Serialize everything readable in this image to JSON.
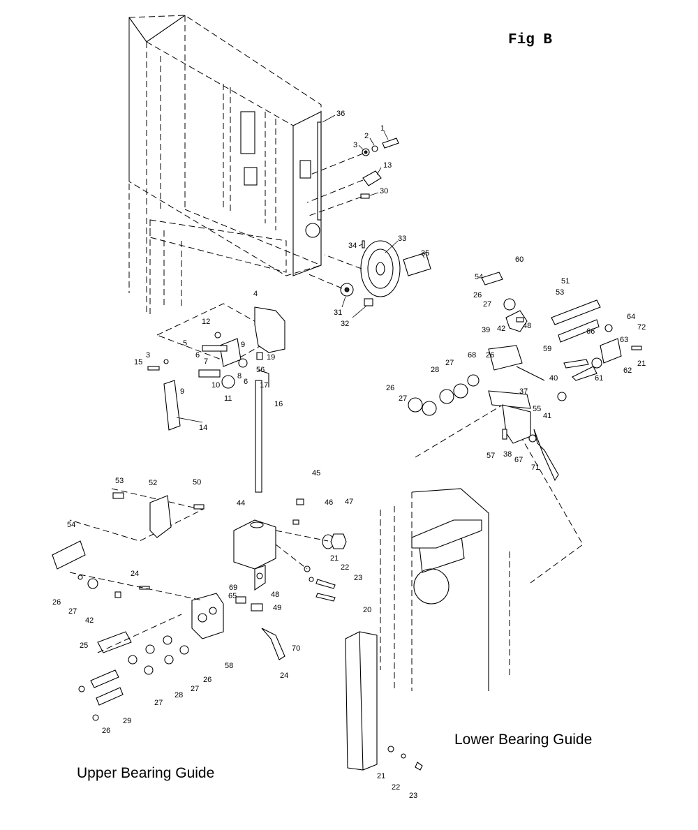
{
  "figure": {
    "title": "Fig B",
    "captions": {
      "upper": "Upper Bearing Guide",
      "lower": "Lower Bearing Guide"
    }
  },
  "callouts": {
    "n1": "1",
    "n2": "2",
    "n3": "3",
    "n3b": "3",
    "n4": "4",
    "n5": "5",
    "n6": "6",
    "n6b": "6",
    "n7": "7",
    "n8": "8",
    "n9": "9",
    "n9b": "9",
    "n10": "10",
    "n11": "11",
    "n12": "12",
    "n13": "13",
    "n14": "14",
    "n15": "15",
    "n16": "16",
    "n17": "17",
    "n19": "19",
    "n20": "20",
    "n21": "21",
    "n21b": "21",
    "n21c": "21",
    "n22": "22",
    "n22b": "22",
    "n23": "23",
    "n23b": "23",
    "n24": "24",
    "n24b": "24",
    "n25": "25",
    "n26a": "26",
    "n26b": "26",
    "n26c": "26",
    "n26d": "26",
    "n26e": "26",
    "n26f": "26",
    "n27a": "27",
    "n27b": "27",
    "n27c": "27",
    "n27d": "27",
    "n27e": "27",
    "n27f": "27",
    "n28a": "28",
    "n28b": "28",
    "n29": "29",
    "n30": "30",
    "n31": "31",
    "n32": "32",
    "n33": "33",
    "n34": "34",
    "n35": "35",
    "n36": "36",
    "n37": "37",
    "n38": "38",
    "n39": "39",
    "n40": "40",
    "n41": "41",
    "n42a": "42",
    "n42b": "42",
    "n44": "44",
    "n45": "45",
    "n46": "46",
    "n47": "47",
    "n48a": "48",
    "n48b": "48",
    "n49": "49",
    "n50": "50",
    "n51": "51",
    "n52": "52",
    "n53a": "53",
    "n53b": "53",
    "n54a": "54",
    "n54b": "54",
    "n55": "55",
    "n56": "56",
    "n57": "57",
    "n58": "58",
    "n59": "59",
    "n60": "60",
    "n61": "61",
    "n62": "62",
    "n63": "63",
    "n64": "64",
    "n65": "65",
    "n66": "66",
    "n67": "67",
    "n68": "68",
    "n69": "69",
    "n70": "70",
    "n71": "71",
    "n72": "72"
  }
}
